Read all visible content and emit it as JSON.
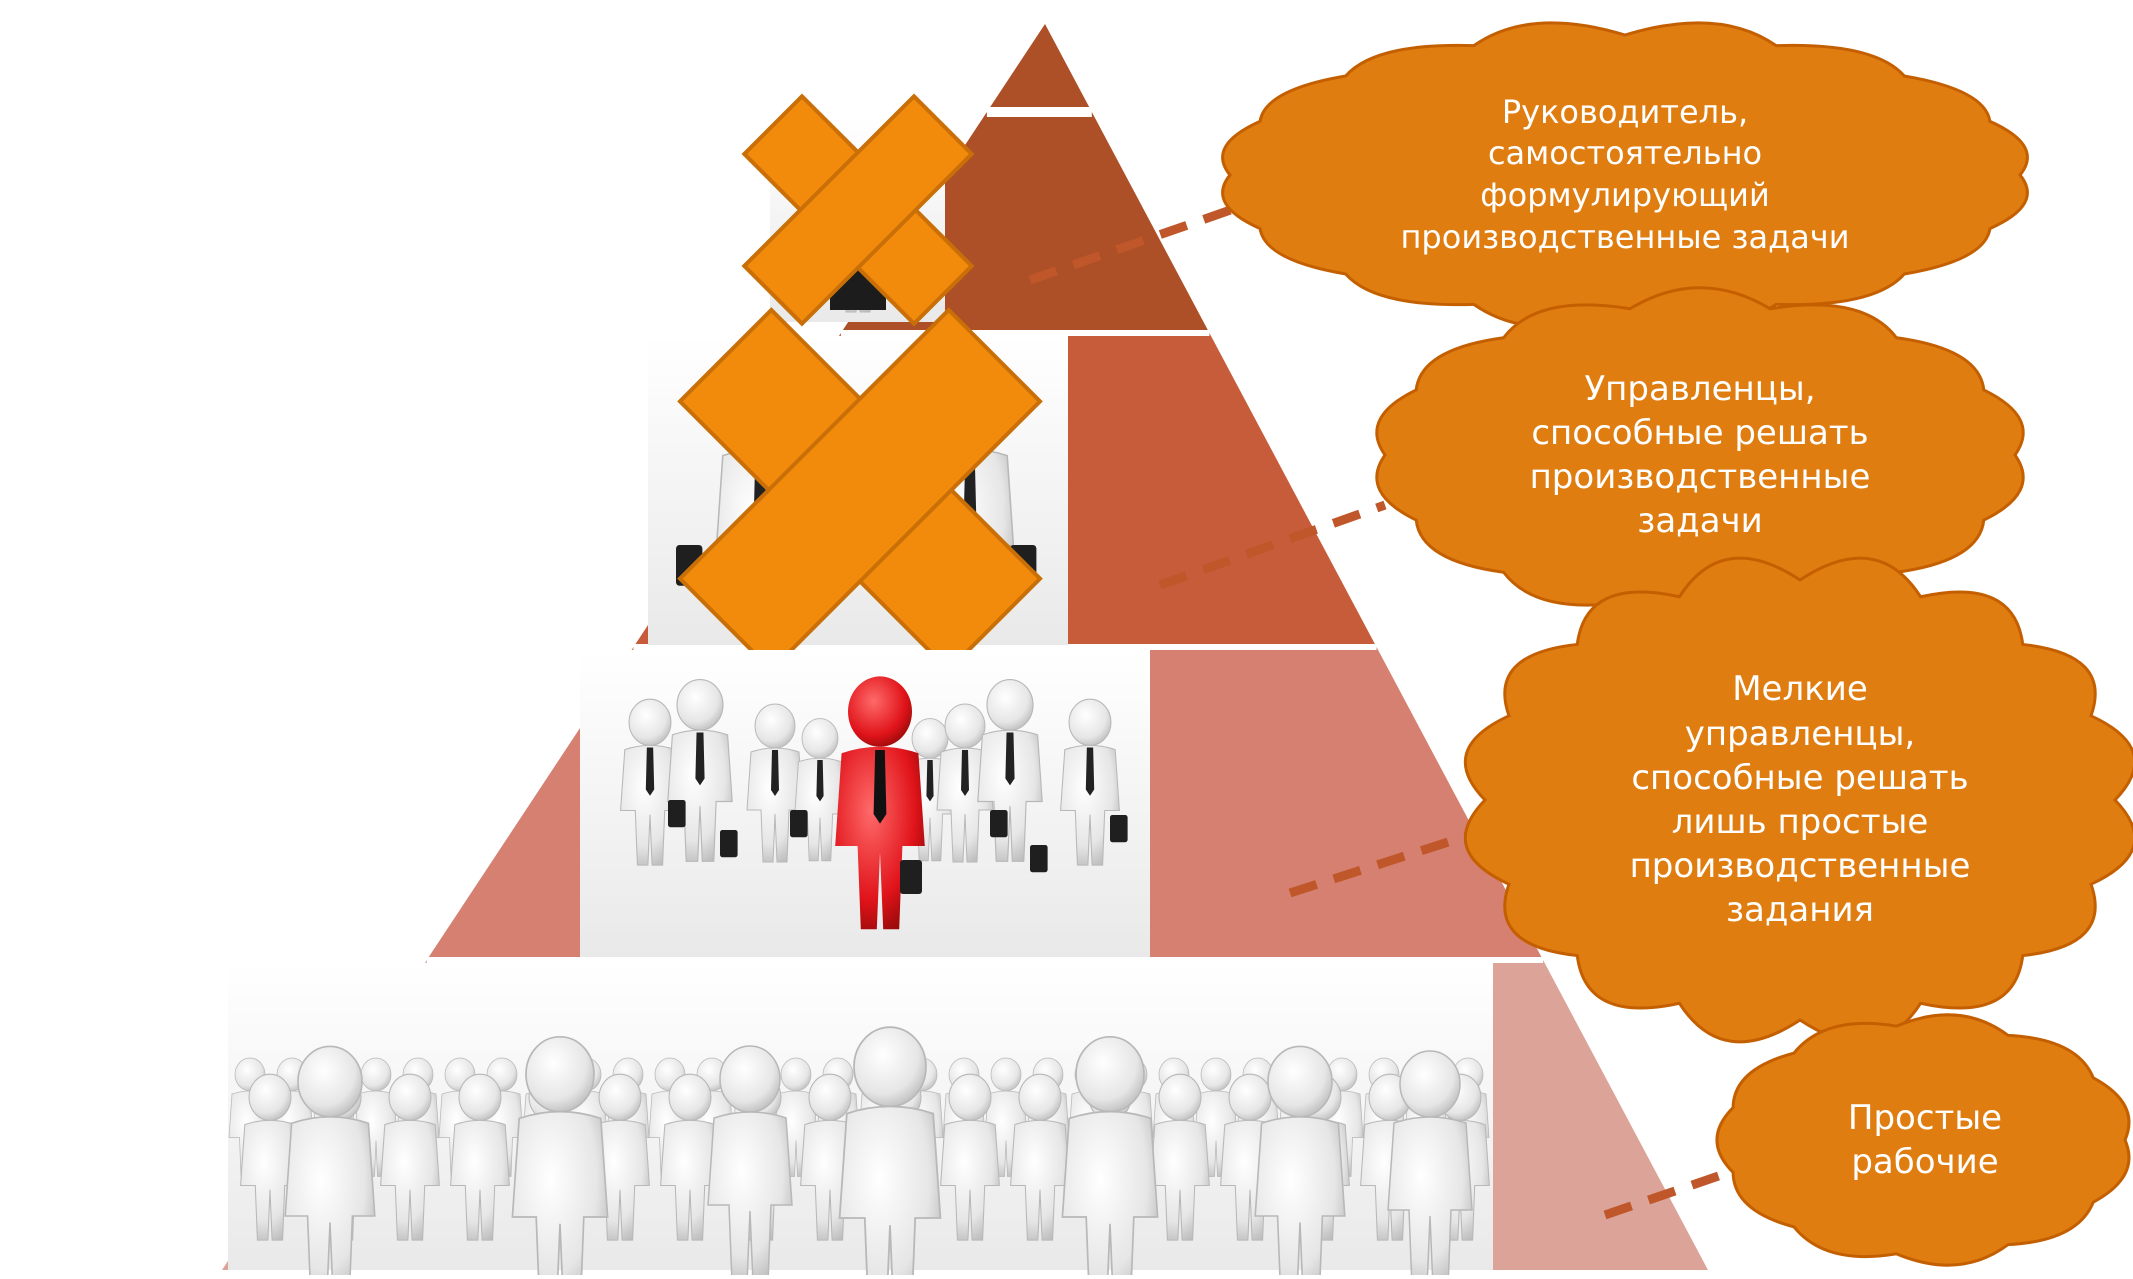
{
  "colors": {
    "tier_top": "#ad4f27",
    "tier_second": "#c65c3a",
    "tier_third": "#d58070",
    "tier_bottom": "#dca398",
    "cloud_fill": "#e07d10",
    "cloud_stroke": "#c45f00",
    "connector": "#c0572a",
    "cross_fill": "#f28a0c",
    "cross_stroke": "#c96f08",
    "leader_figure": "#e0141a",
    "figure_white": "#ececec",
    "text": "#ffffff"
  },
  "pyramid": {
    "levels": [
      {
        "id": "top-manager",
        "image": "single-manager-figure",
        "crossed_out": true,
        "callout": "Руководитель,\nсамостоятельно\nформулирующий\nпроизводственные задачи"
      },
      {
        "id": "managers",
        "image": "two-managers-with-briefcases",
        "crossed_out": true,
        "callout": "Управленцы,\nспособные решать\nпроизводственные\nзадачи"
      },
      {
        "id": "junior-managers",
        "image": "group-with-red-leader",
        "crossed_out": false,
        "callout": "Мелкие\nуправленцы,\nспособные решать\nлишь простые\nпроизводственные\nзадания"
      },
      {
        "id": "workers",
        "image": "crowd-of-figures",
        "crossed_out": false,
        "callout": "Простые\nрабочие"
      }
    ]
  }
}
